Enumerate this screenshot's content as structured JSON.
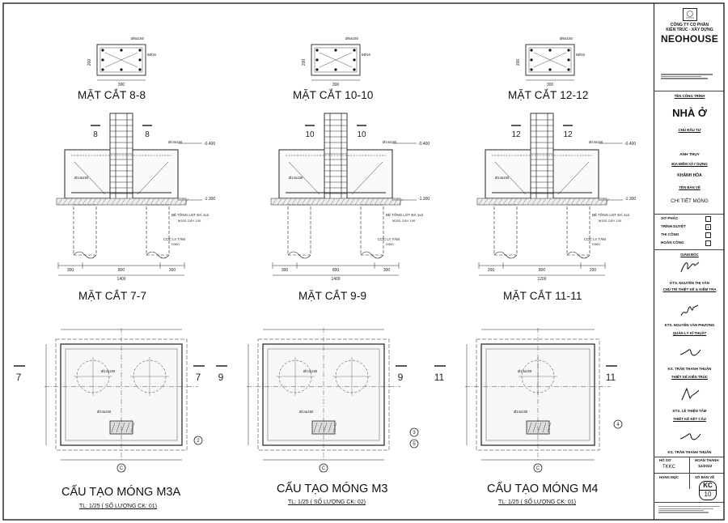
{
  "drawing": {
    "section_titles_top": [
      "MẶT CẮT 8-8",
      "MẶT CẮT 10-10",
      "MẶT CẮT 12-12"
    ],
    "section_titles_mid": [
      "MẶT CẮT 7-7",
      "MẶT CẮT 9-9",
      "MẶT CẮT 11-11"
    ],
    "plan_titles": [
      "CẤU TẠO MÓNG M3A",
      "CẤU TẠO MÓNG M3",
      "CẤU TẠO MÓNG M4"
    ],
    "plan_scales": [
      "TL: 1/25 ( SỐ LƯỢNG CK: 01)",
      "TL: 1/25 ( SỐ LƯỢNG CK: 02)",
      "TL: 1/25 ( SỐ LƯỢNG CK: 01)"
    ],
    "column_dim_w": "300",
    "column_dim_h": "200",
    "stirrup_note": "Ø6a150",
    "bar_note": "8Ø16",
    "rebar_note": "Ø14a150",
    "level_top": "-0.400",
    "level_bot": "-1.300",
    "lean_concrete_note": "BÊ TÔNG LÓT ĐÁ 1x2",
    "lean_concrete_sub": "M150, DÀY 100",
    "pile_note": "CỌC LY TÂM",
    "pile_sub": "D300",
    "dim_sections": [
      {
        "parts": [
          "300",
          "800",
          "300"
        ],
        "total": "1400"
      },
      {
        "parts": [
          "300",
          "800",
          "300"
        ],
        "total": "1400"
      },
      {
        "parts": [
          "200",
          "800",
          "200"
        ],
        "total": "1200"
      }
    ],
    "section_cut_labels": [
      [
        "8",
        "8"
      ],
      [
        "10",
        "10"
      ],
      [
        "12",
        "12"
      ]
    ],
    "plan_cut_labels": [
      [
        "7",
        "7"
      ],
      [
        "9",
        "9"
      ],
      [
        "11",
        "11"
      ]
    ],
    "axis_labels": [
      "2",
      "3",
      "5",
      "4",
      "C"
    ]
  },
  "title_block": {
    "company_line1": "CÔNG TY CỔ PHẦN",
    "company_line2": "KIẾN TRÚC - XÂY DỰNG",
    "brand": "NEOHOUSE",
    "project_label": "TÊN CÔNG TRÌNH",
    "project_name": "NHÀ Ở",
    "owner_label": "CHỦ ĐẦU TƯ",
    "owner_name": "ANH THỤY",
    "site_label": "ĐỊA ĐIỂM XÂY DỰNG",
    "site_name": "KHÁNH HÒA",
    "drawing_label": "TÊN BẢN VẼ",
    "drawing_name": "CHI TIẾT MÓNG",
    "status_items": [
      {
        "label": "SƠ PHÁC",
        "mark": ""
      },
      {
        "label": "TRÌNH DUYỆT",
        "mark": "x"
      },
      {
        "label": "THI CÔNG",
        "mark": ""
      },
      {
        "label": "HOÀN CÔNG",
        "mark": ""
      }
    ],
    "signatures": [
      {
        "role": "GIÁM ĐỐC",
        "name": "KTS. NGUYỄN THỊ VÂN"
      },
      {
        "role": "CHỦ TRÌ THIẾT KẾ & KIỂM TRA",
        "name": "KTS. NGUYỄN VĂN PHƯƠNG"
      },
      {
        "role": "QUẢN LÝ KĨ THUẬT",
        "name": "KS. TRẦN THANH THUẬN"
      },
      {
        "role": "THIẾT KẾ KIẾN TRÚC",
        "name": "KTS. LÊ THIỆN TÂM"
      },
      {
        "role": "THIẾT KẾ KẾT CẤU",
        "name": "KS. TRẦN THANH THUẦN"
      }
    ],
    "file_label": "HỒ SƠ",
    "file_value": "TKKC",
    "date_label": "HOÀN THÀNH",
    "date_value": "12/2022",
    "category_label": "HẠNG MỤC",
    "sheet_label": "SỐ BẢN VẼ",
    "sheet_code": "KC",
    "sheet_number": "10"
  }
}
